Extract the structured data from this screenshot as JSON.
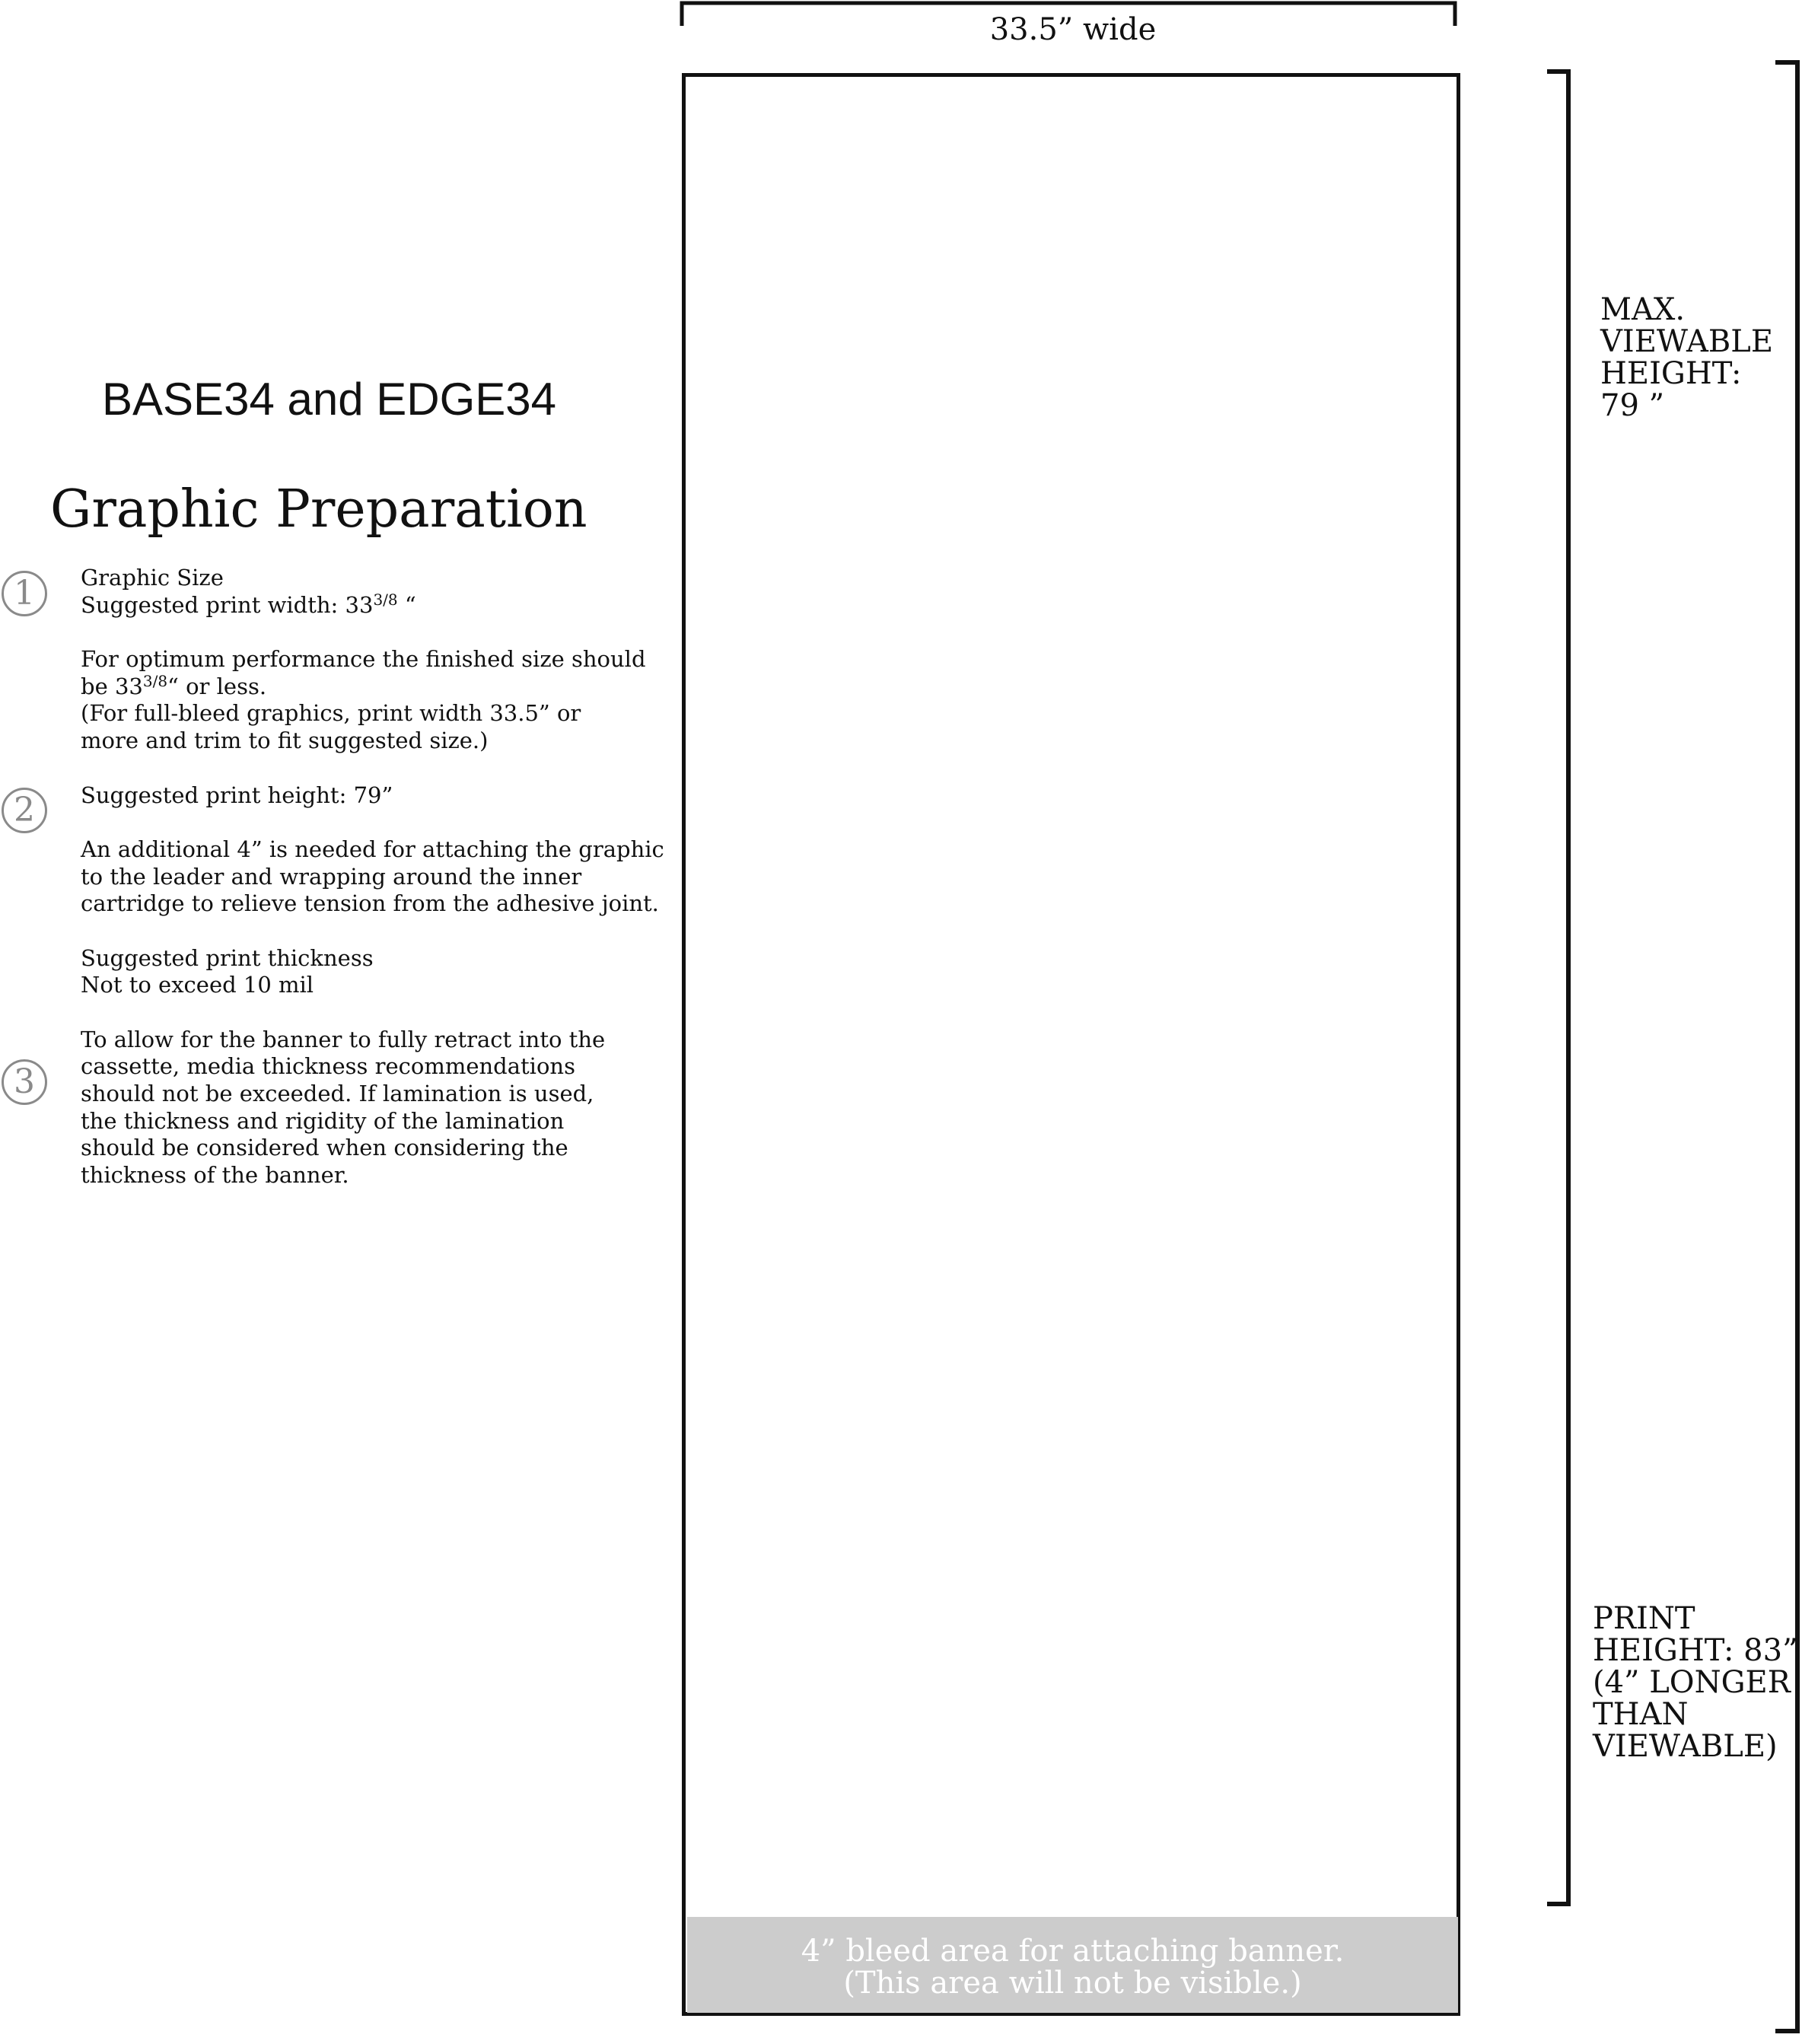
{
  "diagram": {
    "width_label": "33.5” wide",
    "viewable_label": [
      "MAX.",
      "VIEWABLE",
      "HEIGHT:",
      "79 ”"
    ],
    "print_label": [
      "PRINT",
      "HEIGHT: 83”",
      "(4” LONGER",
      "THAN",
      "VIEWABLE)"
    ],
    "bleed_label": [
      "4” bleed area for attaching banner.",
      "(This area will not be visible.)"
    ],
    "bleed_color": "#cccccc"
  },
  "info": {
    "brand_title": "BASE34 and EDGE34",
    "section_title": "Graphic Preparation",
    "steps": [
      "①",
      "②",
      "③"
    ],
    "step_icon_color": "#8a8a8a",
    "graphic_size": {
      "heading": "Graphic Size",
      "width_prefix": "Suggested print width:  33",
      "width_fraction": "3/8",
      "width_suffix": " “"
    },
    "optimum": {
      "line1": "For optimum performance the finished size should",
      "line2_prefix": "be 33",
      "line2_fraction": "3/8",
      "line2_suffix": "“ or less.",
      "line3": "(For full-bleed graphics, print width 33.5” or",
      "line4": "more and trim to fit suggested size.)"
    },
    "height": {
      "heading": "Suggested print height:  79”",
      "para": [
        "An additional 4” is needed for attaching the graphic",
        "to the leader and wrapping around the inner",
        "cartridge to relieve tension from the adhesive joint."
      ]
    },
    "thickness": {
      "heading": "Suggested print thickness",
      "value": "Not to exceed 10 mil",
      "para": [
        "To allow for the banner to fully retract into the",
        "cassette, media thickness recommendations",
        "should not be exceeded. If lamination is used,",
        "the thickness and rigidity of the lamination",
        "should be considered when considering the",
        "thickness of the banner."
      ]
    }
  }
}
